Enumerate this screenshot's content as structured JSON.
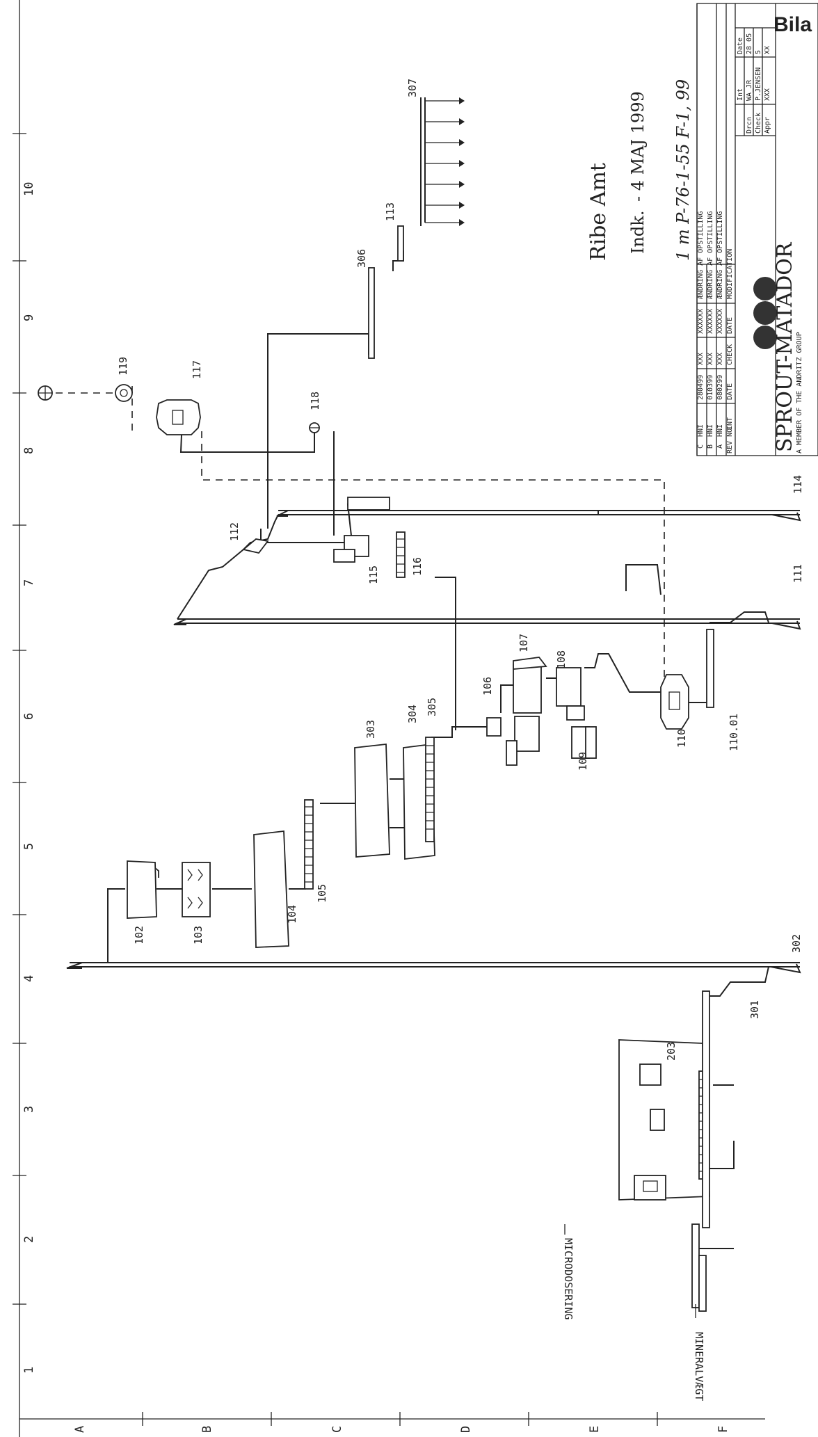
{
  "grid": {
    "columns": [
      "1",
      "2",
      "3",
      "4",
      "5",
      "6",
      "7",
      "8",
      "9",
      "10"
    ],
    "rows": [
      "A",
      "B",
      "C",
      "D",
      "E",
      "F"
    ]
  },
  "equipment": {
    "e102": "102",
    "e103": "103",
    "e104": "104",
    "e105": "105",
    "e106": "106",
    "e107": "107",
    "e108": "108",
    "e109": "109",
    "e110": "110",
    "e110_01": "110.01",
    "e111": "111",
    "e112": "112",
    "e113": "113",
    "e114": "114",
    "e115": "115",
    "e116": "116",
    "e117": "117",
    "e118": "118",
    "e119": "119",
    "e203": "203",
    "e301": "301",
    "e302": "302",
    "e303": "303",
    "e304": "304",
    "e305": "305",
    "e306": "306",
    "e307": "307"
  },
  "inputs": {
    "mineral": "MINERALVÆGT",
    "micro": "MICRODOSERING"
  },
  "stamp": {
    "authority": "Ribe Amt",
    "received_prefix": "Indk.",
    "received_date": "- 4 MAJ 1999",
    "handwritten": "1 m P-76-1-55 F-1, 99"
  },
  "title_block": {
    "heading": "Bila",
    "company": "SPROUT-MATADOR",
    "tagline": "A MEMBER OF THE ANDRITZ GROUP",
    "revisions": [
      {
        "rev": "C",
        "init": "HNI",
        "date": "280499",
        "check": "XXX",
        "check_date": "XXXXXX",
        "text": "ÆNDRING AF OPSTILLING"
      },
      {
        "rev": "B",
        "init": "HNI",
        "date": "010399",
        "check": "XXX",
        "check_date": "XXXXXX",
        "text": "ÆNDRING AF OPSTILLING"
      },
      {
        "rev": "A",
        "init": "HNI",
        "date": "080299",
        "check": "XXX",
        "check_date": "XXXXXX",
        "text": "ÆNDRING AF OPSTILLING"
      }
    ],
    "rev_header": {
      "rev": "REV NO",
      "init": "INT",
      "date": "DATE",
      "check": "CHECK",
      "check_date": "DATE",
      "text": "MODIFICATION"
    },
    "sign_labels": [
      "Drcn",
      "Check",
      "Appr"
    ],
    "sign_header": {
      "init": "Int",
      "date": "Date"
    },
    "sign_values": [
      {
        "name": "WA_JR",
        "date": "28 05"
      },
      {
        "name": "P.JENSEN",
        "date": "5"
      },
      {
        "name": "XXX",
        "date": "XX"
      }
    ]
  }
}
